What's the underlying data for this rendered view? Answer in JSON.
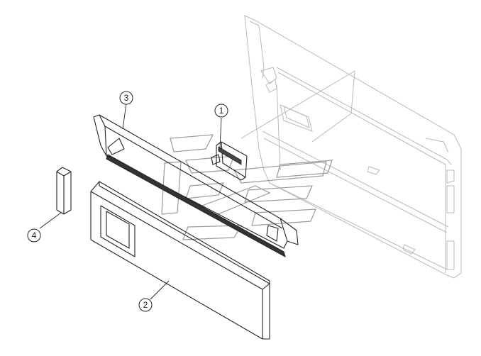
{
  "callouts": [
    {
      "id": "1",
      "label": "1"
    },
    {
      "id": "2",
      "label": "2"
    },
    {
      "id": "3",
      "label": "3"
    },
    {
      "id": "4",
      "label": "4"
    }
  ],
  "colors": {
    "line": "#222222",
    "door_outline": "#b9b9b9",
    "watermark": "#9a9a9a",
    "gasket": "#333333"
  },
  "watermark_icon": "stylized-logo-watermark"
}
